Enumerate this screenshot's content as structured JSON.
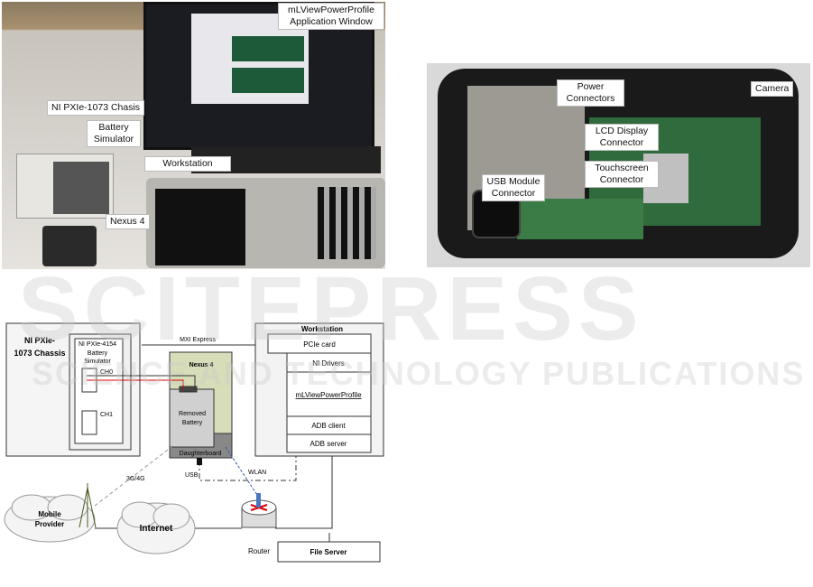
{
  "left_photo": {
    "labels": {
      "app_window": "mLViewPowerProfile Application Window",
      "chassis": "NI PXIe-1073 Chasis",
      "battery_sim": "Battery Simulator",
      "workstation": "Workstation",
      "nexus": "Nexus 4"
    }
  },
  "right_photo": {
    "labels": {
      "power": "Power Connectors",
      "camera": "Camera",
      "lcd": "LCD Display Connector",
      "touch": "Touchscreen Connector",
      "usb": "USB Module Connector"
    }
  },
  "watermark": {
    "main": "SCITEPRESS",
    "sub": "SCIENCE AND TECHNOLOGY PUBLICATIONS"
  },
  "diagram": {
    "chassis_l1": "NI PXIe-",
    "chassis_l2": "1073 Chassis",
    "sim_l1": "NI PXIe-4154",
    "sim_l2": "Battery",
    "sim_l3": "Simulator",
    "ch0": "CH0",
    "ch1": "CH1",
    "mxi": "MXI Express",
    "nexus": "Nexus 4",
    "battery_l1": "Removed",
    "battery_l2": "Battery",
    "daughterboard": "Daughterboard",
    "workstation": "Workstation",
    "stack": [
      "PCIe card",
      "NI Drivers",
      "mLViewPowerProfile",
      "ADB client",
      "ADB server"
    ],
    "usb": "USB",
    "wlan": "WLAN",
    "cell": "3G/4G",
    "mobile_l1": "Mobile",
    "mobile_l2": "Provider",
    "internet": "Internet",
    "router": "Router",
    "file_server": "File Server"
  }
}
